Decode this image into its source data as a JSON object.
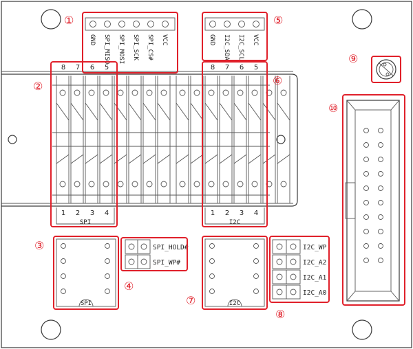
{
  "markers": {
    "m1": "①",
    "m2": "②",
    "m3": "③",
    "m4": "④",
    "m5": "⑤",
    "m6": "⑥",
    "m7": "⑦",
    "m8": "⑧",
    "m9": "⑨",
    "m10": "⑩"
  },
  "spi_header": {
    "pins": [
      "GND",
      "SPI_MISO",
      "SPI_MOSI",
      "SPI_SCK",
      "SPI_CS#",
      "VCC"
    ]
  },
  "i2c_header": {
    "pins": [
      "GND",
      "I2C_SDA",
      "I2C_SCL",
      "VCC"
    ]
  },
  "spi_socket": {
    "top_numbers": [
      "8",
      "7",
      "6",
      "5"
    ],
    "bottom_numbers": [
      "1",
      "2",
      "3",
      "4"
    ],
    "label": "SPI"
  },
  "i2c_socket": {
    "top_numbers": [
      "8",
      "7",
      "6",
      "5"
    ],
    "bottom_numbers": [
      "1",
      "2",
      "3",
      "4"
    ],
    "label": "I2C"
  },
  "spi_ic": {
    "label": "SPI"
  },
  "i2c_ic": {
    "label": "I2C"
  },
  "spi_jumpers": {
    "labels": [
      "SPI_HOLD#",
      "SPI_WP#"
    ]
  },
  "i2c_jumpers": {
    "labels": [
      "I2C_WP",
      "I2C_A2",
      "I2C_A1",
      "I2C_A0"
    ]
  }
}
